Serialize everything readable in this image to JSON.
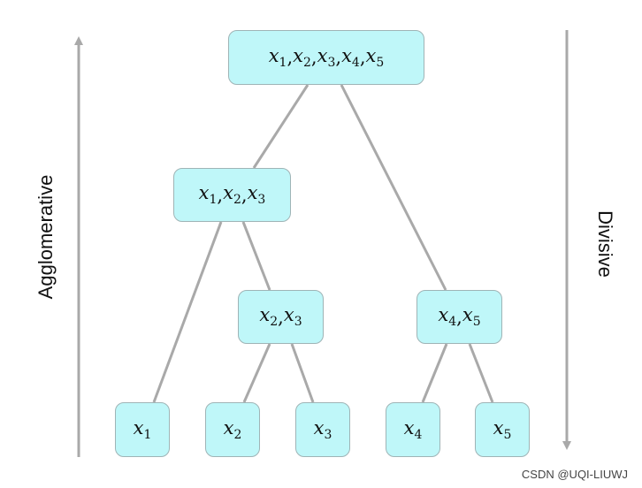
{
  "nodes": {
    "root": {
      "vars": [
        "x1",
        "x2",
        "x3",
        "x4",
        "x5"
      ]
    },
    "n123": {
      "vars": [
        "x1",
        "x2",
        "x3"
      ]
    },
    "n23": {
      "vars": [
        "x2",
        "x3"
      ]
    },
    "n45": {
      "vars": [
        "x4",
        "x5"
      ]
    },
    "l1": {
      "vars": [
        "x1"
      ]
    },
    "l2": {
      "vars": [
        "x2"
      ]
    },
    "l3": {
      "vars": [
        "x3"
      ]
    },
    "l4": {
      "vars": [
        "x4"
      ]
    },
    "l5": {
      "vars": [
        "x5"
      ]
    }
  },
  "edges": [
    [
      "root",
      "n123"
    ],
    [
      "root",
      "n45"
    ],
    [
      "n123",
      "l1"
    ],
    [
      "n123",
      "n23"
    ],
    [
      "n23",
      "l2"
    ],
    [
      "n23",
      "l3"
    ],
    [
      "n45",
      "l4"
    ],
    [
      "n45",
      "l5"
    ]
  ],
  "labels": {
    "agglomerative": "Agglomerative",
    "divisive": "Divisive"
  },
  "watermark": "CSDN @UQI-LIUWJ",
  "colors": {
    "node_fill": "#bff7f9",
    "node_border": "#9fb4b6",
    "edge": "#a9a9a9",
    "arrow": "#a9a9a9"
  }
}
